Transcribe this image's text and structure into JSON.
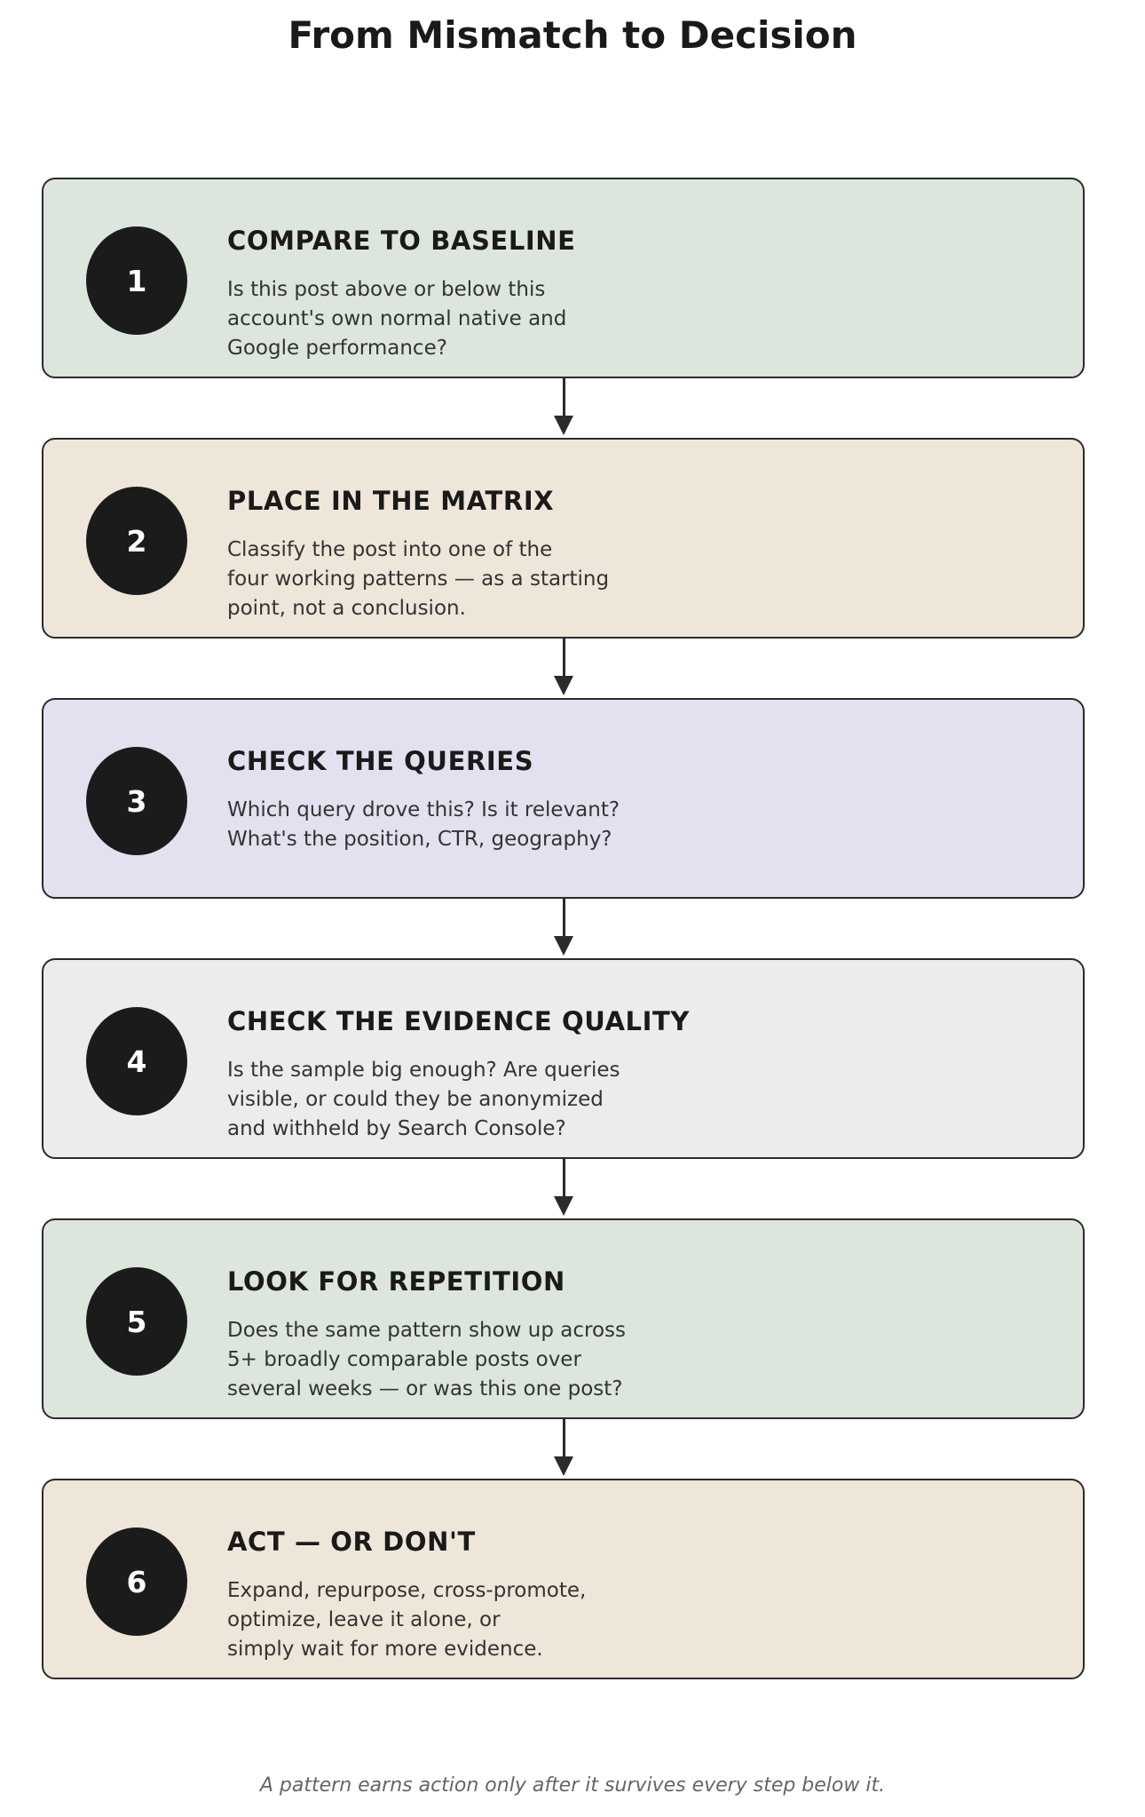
{
  "title": "From Mismatch to Decision",
  "steps": [
    {
      "number": "1",
      "heading": "COMPARE TO BASELINE",
      "description": "Is this post above or below this\naccount's own normal native and\nGoogle performance?",
      "background": "#dde6dd"
    },
    {
      "number": "2",
      "heading": "PLACE IN THE MATRIX",
      "description": "Classify the post into one of the\nfour working patterns — as a starting\npoint, not a conclusion.",
      "background": "#efe6da"
    },
    {
      "number": "3",
      "heading": "CHECK THE QUERIES",
      "description": "Which query drove this? Is it relevant?\nWhat's the position, CTR, geography?",
      "background": "#e3e1ef"
    },
    {
      "number": "4",
      "heading": "CHECK THE EVIDENCE QUALITY",
      "description": "Is the sample big enough? Are queries\nvisible, or could they be anonymized\nand withheld by Search Console?",
      "background": "#ececec"
    },
    {
      "number": "5",
      "heading": "LOOK FOR REPETITION",
      "description": "Does the same pattern show up across\n5+ broadly comparable posts over\nseveral weeks — or was this one post?",
      "background": "#dde6dd"
    },
    {
      "number": "6",
      "heading": "ACT — OR DON'T",
      "description": "Expand, repurpose, cross-promote,\noptimize, leave it alone, or\nsimply wait for more evidence.",
      "background": "#efe6da"
    }
  ],
  "footer": "A pattern earns action only after it survives every step below it.",
  "colors": {
    "badge": "#1b1b1b",
    "border": "#2b2b2b",
    "arrow": "#2b2b2b"
  }
}
